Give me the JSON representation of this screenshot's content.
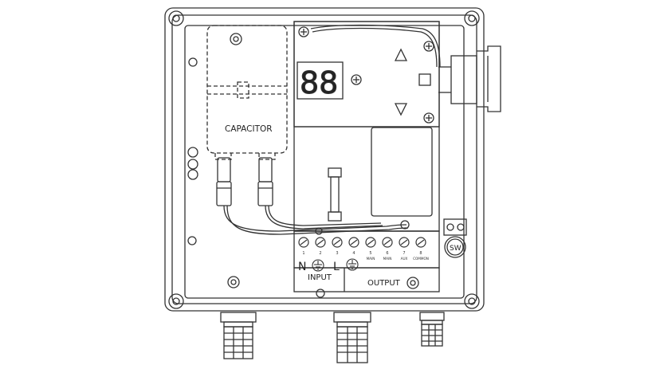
{
  "labels": {
    "capacitor": "CAPACITOR",
    "n": "N",
    "l": "L",
    "input": "INPUT",
    "output": "OUTPUT",
    "sw": "SW",
    "display": "88"
  },
  "terminals": [
    {
      "num": "1",
      "label": ""
    },
    {
      "num": "2",
      "label": ""
    },
    {
      "num": "3",
      "label": ""
    },
    {
      "num": "4",
      "label": ""
    },
    {
      "num": "5",
      "label": "MAIN"
    },
    {
      "num": "6",
      "label": "MAIN"
    },
    {
      "num": "7",
      "label": "AUX"
    },
    {
      "num": "8",
      "label": "COMMON"
    }
  ],
  "icons": {
    "up": "up-arrow-icon",
    "down": "down-arrow-icon",
    "square": "square-button-icon",
    "ground": "ground-icon"
  },
  "colors": {
    "line": "#333333",
    "background": "#ffffff"
  }
}
